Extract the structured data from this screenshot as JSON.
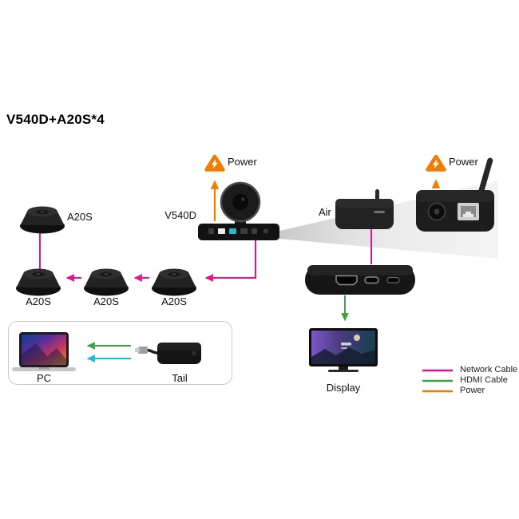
{
  "title": "V540D+A20S*4",
  "devices": {
    "a20s_top": {
      "label": "A20S"
    },
    "a20s_row": [
      {
        "label": "A20S"
      },
      {
        "label": "A20S"
      },
      {
        "label": "A20S"
      }
    ],
    "camera": {
      "label": "V540D"
    },
    "air": {
      "label": "Air"
    },
    "display": {
      "label": "Display"
    },
    "pc": {
      "label": "PC"
    },
    "tail": {
      "label": "Tail"
    }
  },
  "power": {
    "left_label": "Power",
    "right_label": "Power"
  },
  "legend": {
    "items": [
      {
        "label": "Network Cable",
        "color": "#ec108c"
      },
      {
        "label": "HDMI Cable",
        "color": "#43a047"
      },
      {
        "label": "Power",
        "color": "#f07c00"
      }
    ]
  },
  "colors": {
    "network_cable": "#ec108c",
    "hdmi_cable": "#43a047",
    "power": "#f07c00",
    "usb_signal": "#17c0d9"
  }
}
